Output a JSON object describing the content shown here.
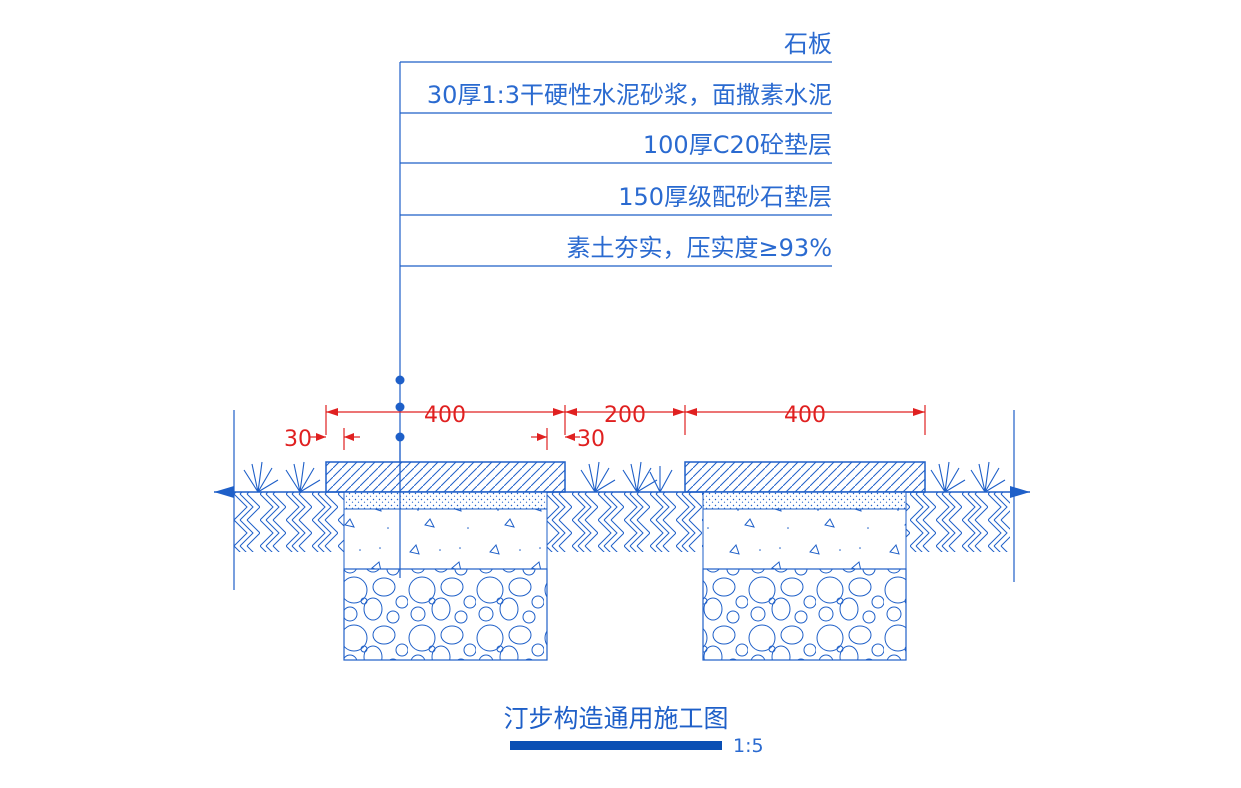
{
  "colors": {
    "line": "#1e5fc8",
    "dimension": "#e02020",
    "rule": "#0a4fb4"
  },
  "layers": [
    "石板",
    "30厚1:3干硬性水泥砂浆，面撒素水泥",
    "100厚C20砼垫层",
    "150厚级配砂石垫层",
    "素土夯实，压实度≥93%"
  ],
  "dimensions": {
    "stone_a": "400",
    "gap": "200",
    "stone_b": "400",
    "offset_left": "30",
    "offset_right": "30"
  },
  "title": "汀步构造通用施工图",
  "scale": "1:5"
}
